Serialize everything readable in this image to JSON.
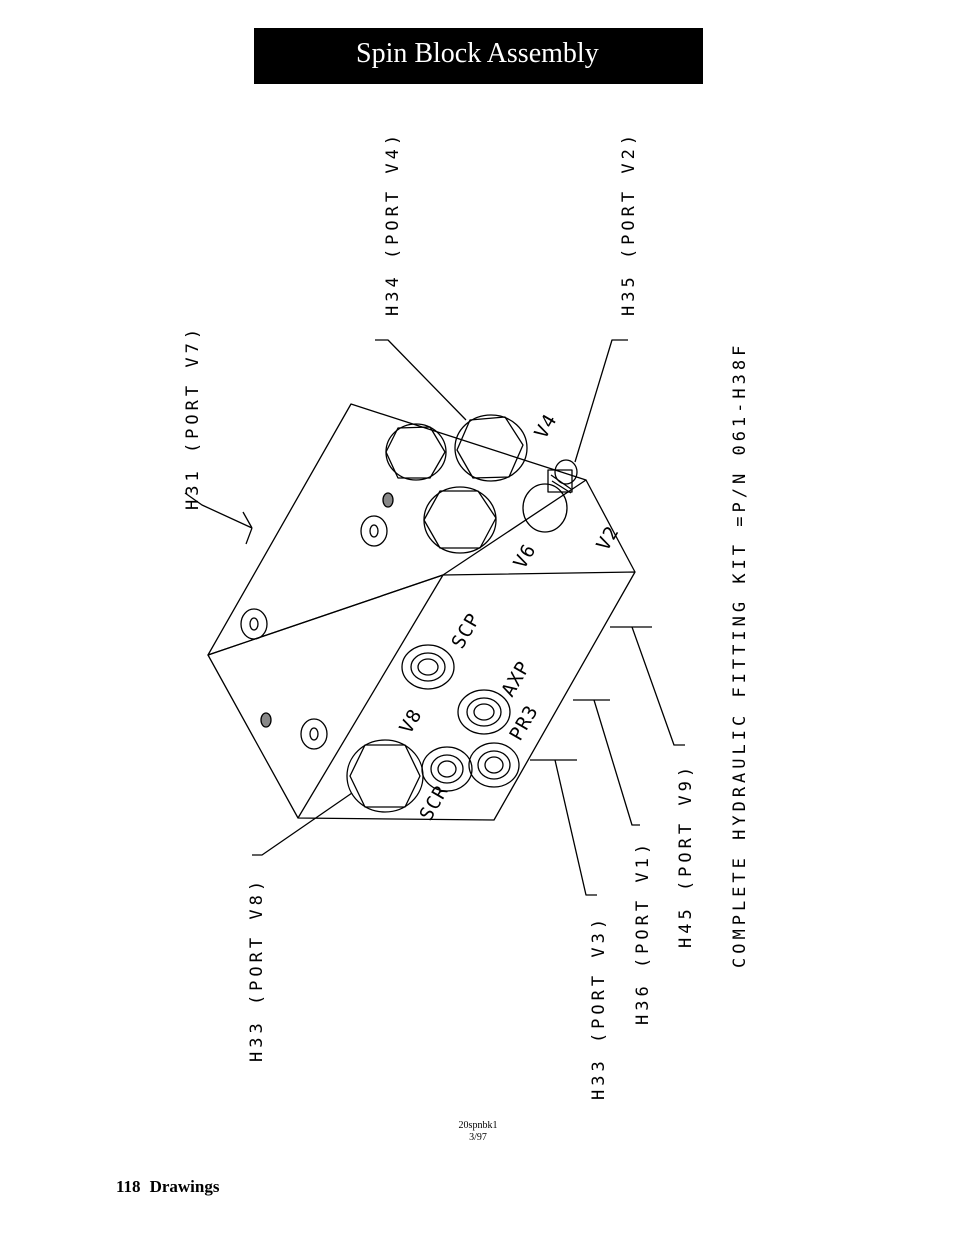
{
  "header": {
    "title": "Spin Block Assembly"
  },
  "callouts": {
    "h31": "H31 (PORT V7)",
    "h34": "H34 (PORT V4)",
    "h35": "H35 (PORT V2)",
    "kit": "COMPLETE HYDRAULIC FITTING KIT =P/N 061-H38F",
    "h45": "H45 (PORT V9)",
    "h36": "H36 (PORT V1)",
    "h33_v3": "H33 (PORT V3)",
    "h33_v8": "H33 (PORT V8)"
  },
  "port_labels": {
    "v4": "V4",
    "v6": "V6",
    "v2": "V2",
    "scp": "SCP",
    "axp": "AXP",
    "v8": "V8",
    "pr3": "PR3",
    "scr": "SCR"
  },
  "drawing_ref": {
    "code": "20spnbk1",
    "date": "3/97"
  },
  "footer": {
    "page_number": "118",
    "section": "Drawings"
  }
}
